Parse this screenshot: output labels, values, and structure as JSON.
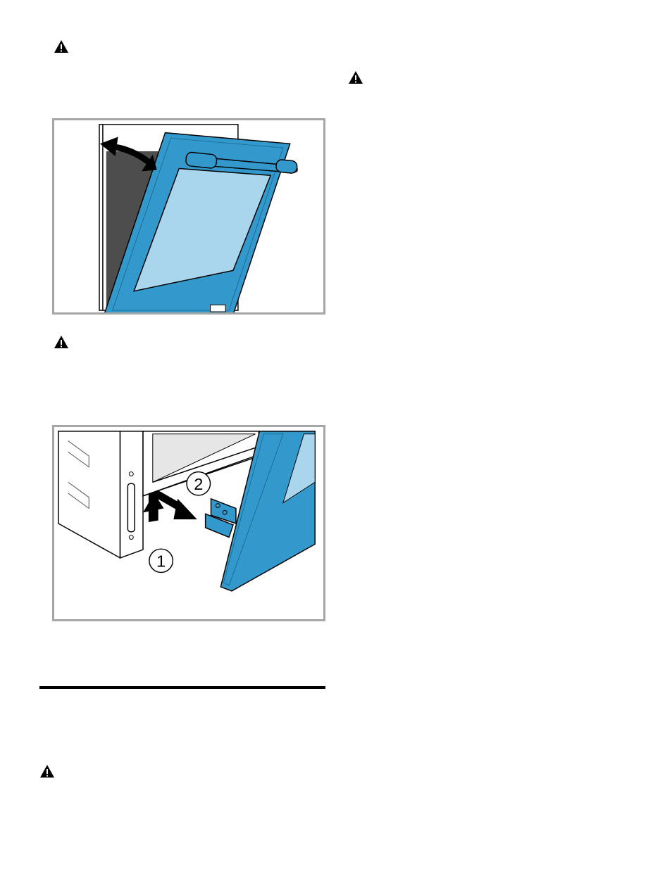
{
  "page": {
    "warnings": [
      {
        "id": "warning-1",
        "icon": "warning-triangle-icon"
      },
      {
        "id": "warning-2",
        "icon": "warning-triangle-icon"
      },
      {
        "id": "warning-3",
        "icon": "warning-triangle-icon"
      },
      {
        "id": "warning-4",
        "icon": "warning-triangle-icon"
      }
    ],
    "figures": {
      "door_open": {
        "icon": "door-tilt-arrow-icon"
      },
      "door_remove": {
        "step_labels": [
          "1",
          "2"
        ]
      }
    },
    "colors": {
      "door_blue": "#3399cc",
      "glass_blue": "#a9d6ec",
      "cavity_dark": "#4d4d4d",
      "frame_grey": "#a6a6a6"
    }
  }
}
